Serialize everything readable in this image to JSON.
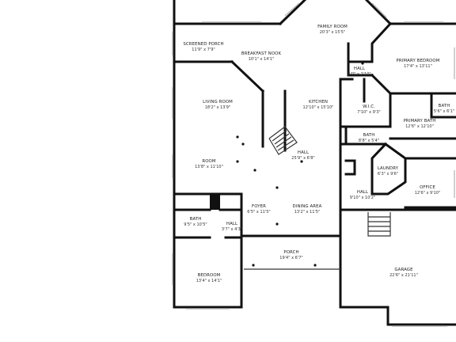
{
  "rooms": [
    {
      "id": "family-room",
      "name": "FAMILY ROOM",
      "dims": "20'3\" x 15'5\""
    },
    {
      "id": "screened-porch",
      "name": "SCREENED PORCH",
      "dims": "11'9\" x 7'9\""
    },
    {
      "id": "breakfast-nook",
      "name": "BREAKFAST NOOK",
      "dims": "10'1\" x 14'1\""
    },
    {
      "id": "primary-bedroom",
      "name": "PRIMARY BEDROOM",
      "dims": "17'4\" x 13'11\""
    },
    {
      "id": "hall-top",
      "name": "HALL",
      "dims": "3'0\" x 2'10\""
    },
    {
      "id": "living-room",
      "name": "LIVING ROOM",
      "dims": "18'2\" x 13'9\""
    },
    {
      "id": "kitchen",
      "name": "KITCHEN",
      "dims": "12'10\" x 15'10\""
    },
    {
      "id": "wic",
      "name": "W.I.C.",
      "dims": "7'10\" x 9'3\""
    },
    {
      "id": "bath-primary",
      "name": "BATH",
      "dims": "5'6\" x 6'1\""
    },
    {
      "id": "primary-bath",
      "name": "PRIMARY BATH",
      "dims": "12'6\" x 12'10\""
    },
    {
      "id": "bath-mid",
      "name": "BATH",
      "dims": "8'8\" x 5'4\""
    },
    {
      "id": "hall-center",
      "name": "HALL",
      "dims": "25'9\" x 6'8\""
    },
    {
      "id": "room",
      "name": "ROOM",
      "dims": "13'8\" x 11'10\""
    },
    {
      "id": "laundry",
      "name": "LAUNDRY",
      "dims": "6'3\" x 9'6\""
    },
    {
      "id": "office",
      "name": "OFFICE",
      "dims": "12'6\" x 9'10\""
    },
    {
      "id": "hall-right",
      "name": "HALL",
      "dims": "9'10\" x 10'2\""
    },
    {
      "id": "foyer",
      "name": "FOYER",
      "dims": "6'5\" x 11'5\""
    },
    {
      "id": "dining-area",
      "name": "DINING AREA",
      "dims": "13'2\" x 11'5\""
    },
    {
      "id": "bath-left",
      "name": "BATH",
      "dims": "9'5\" x 10'5\""
    },
    {
      "id": "hall-small",
      "name": "HALL",
      "dims": "3'7\" x 4'3\""
    },
    {
      "id": "porch",
      "name": "PORCH",
      "dims": "19'4\" x 6'7\""
    },
    {
      "id": "garage",
      "name": "GARAGE",
      "dims": "22'6\" x 21'11\""
    },
    {
      "id": "bedroom",
      "name": "BEDROOM",
      "dims": "13'4\" x 14'1\""
    }
  ]
}
